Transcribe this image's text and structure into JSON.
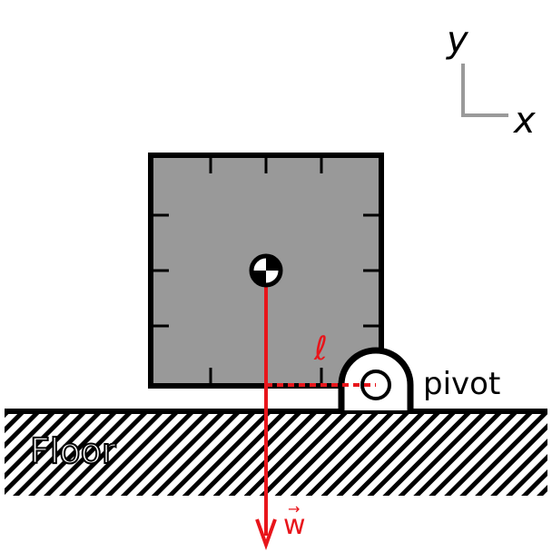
{
  "labels": {
    "axis_y": "y",
    "axis_x": "x",
    "pivot": "pivot",
    "floor": "Floor",
    "length": "ℓ",
    "weight": "w",
    "weight_arrow": "→"
  },
  "colors": {
    "block_fill": "#999999",
    "outline": "#000000",
    "force": "#e8151b",
    "axis": "#9a9a9a",
    "background": "#ffffff"
  },
  "icons": {
    "center_of_mass": "center-of-mass-icon"
  }
}
